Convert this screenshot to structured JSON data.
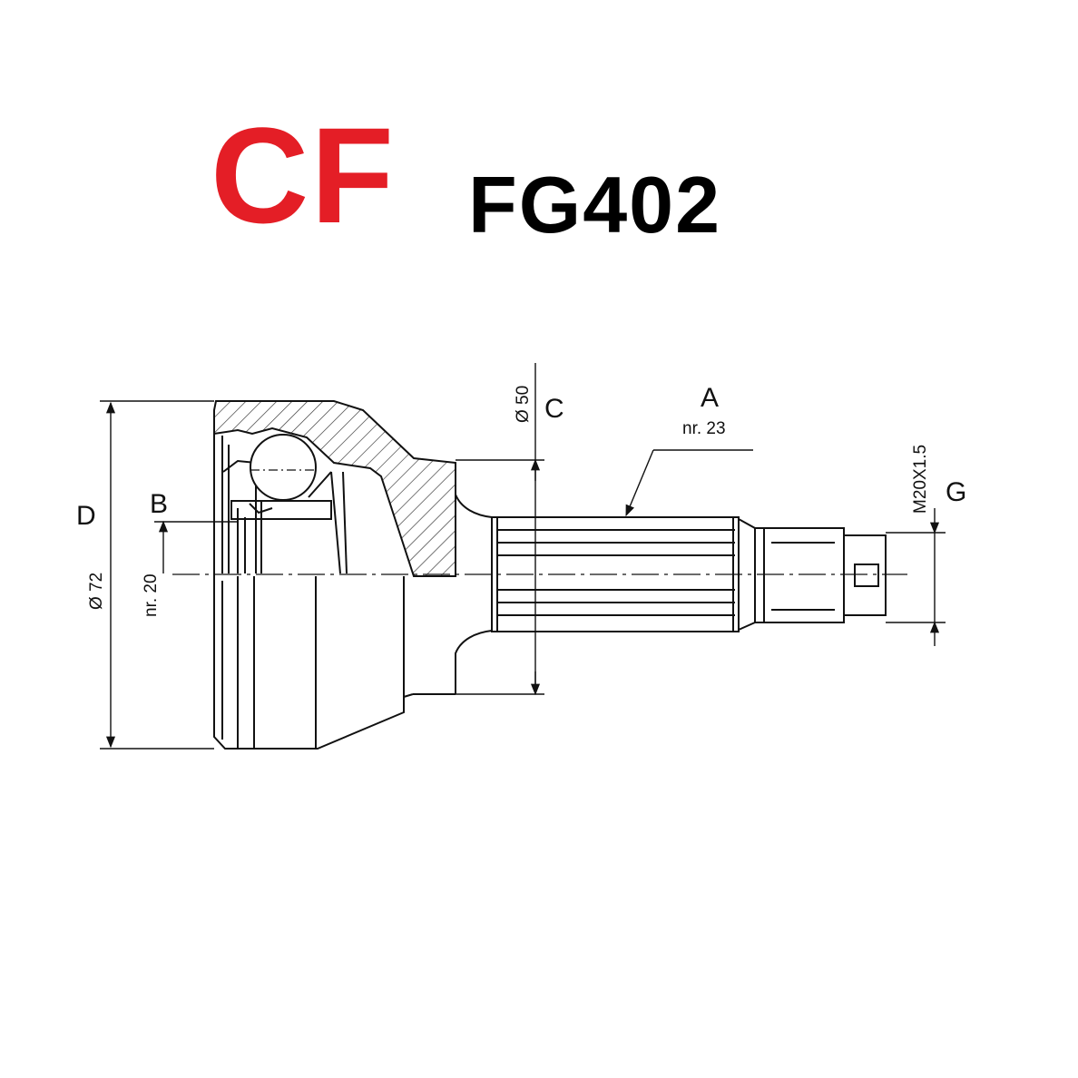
{
  "header": {
    "brand": "CF",
    "code": "FG402"
  },
  "labels": {
    "D": "D",
    "B": "B",
    "C": "C",
    "A": "A",
    "G": "G",
    "dia72": "Ø 72",
    "nr20": "nr. 20",
    "dia50": "Ø 50",
    "nr23": "nr. 23",
    "thread": "M20X1.5"
  },
  "colors": {
    "brand": "#e41e26",
    "ink": "#111111"
  }
}
